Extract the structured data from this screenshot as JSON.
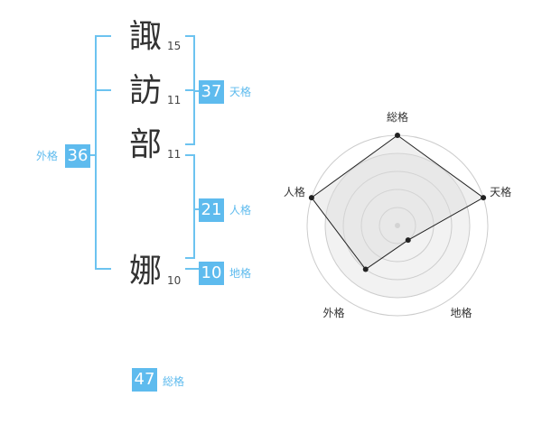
{
  "name": {
    "chars": [
      {
        "char": "諏",
        "strokes": "15"
      },
      {
        "char": "訪",
        "strokes": "11"
      },
      {
        "char": "部",
        "strokes": "11"
      },
      {
        "char": "娜",
        "strokes": "10"
      }
    ]
  },
  "fortunes": {
    "tenkaku": {
      "value": "37",
      "label": "天格"
    },
    "jinkaku": {
      "value": "21",
      "label": "人格"
    },
    "chikaku": {
      "value": "10",
      "label": "地格"
    },
    "gaikaku": {
      "value": "36",
      "label": "外格"
    },
    "soukaku": {
      "value": "47",
      "label": "総格"
    }
  },
  "colors": {
    "accent": "#5ebbee",
    "bracket": "#6cc3f0"
  },
  "chart_data": {
    "type": "radar",
    "axes": [
      "総格",
      "天格",
      "地格",
      "外格",
      "人格"
    ],
    "values": [
      5,
      5,
      1,
      3,
      5
    ],
    "range": [
      0,
      5
    ],
    "rings": 5
  }
}
